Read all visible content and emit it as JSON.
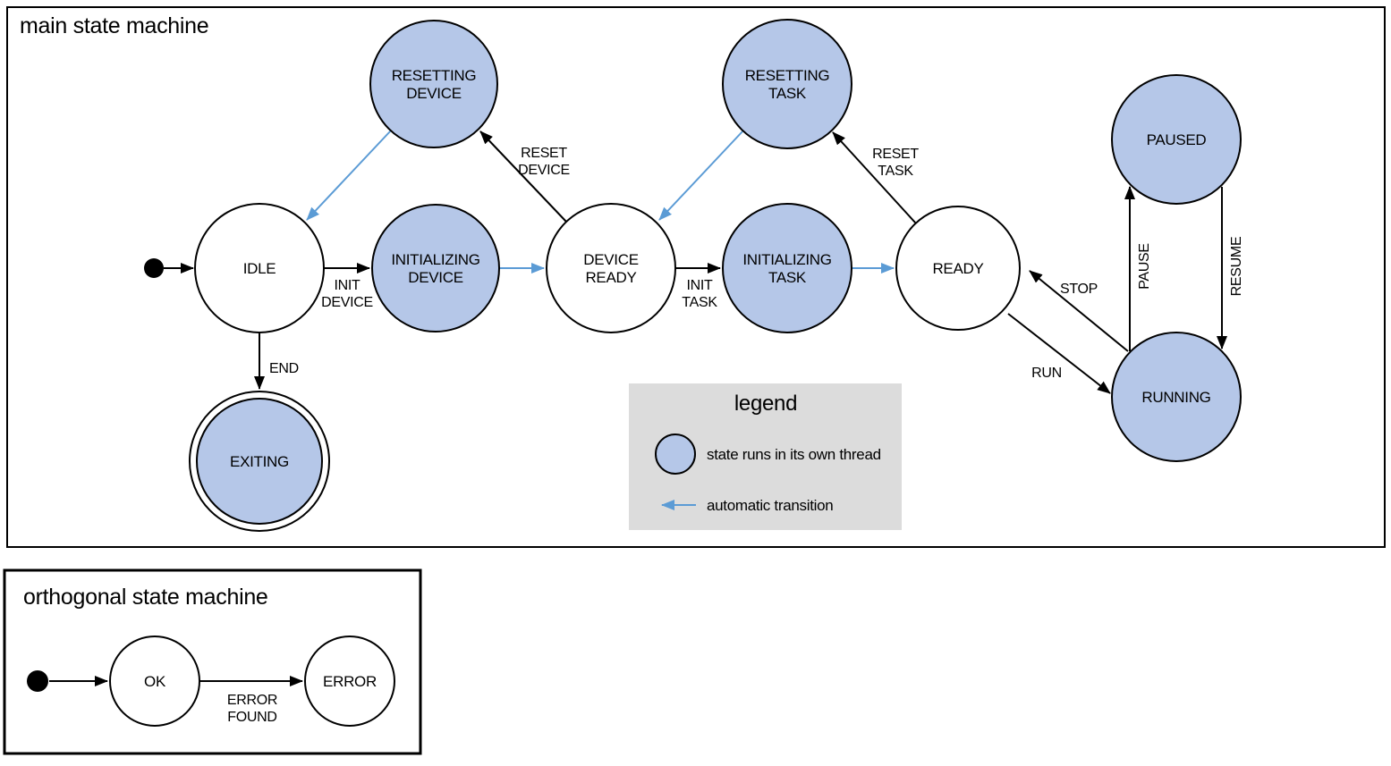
{
  "colors": {
    "canvasBg": "#ffffff",
    "stroke": "#000000",
    "threadFill": "#b5c7e8",
    "autoArrow": "#5b9bd5",
    "legendBg": "#dcdcdc"
  },
  "main": {
    "title": "main state machine",
    "states": {
      "idle": {
        "label": "IDLE"
      },
      "resetting_device": {
        "line1": "RESETTING",
        "line2": "DEVICE"
      },
      "initializing_device": {
        "line1": "INITIALIZING",
        "line2": "DEVICE"
      },
      "device_ready": {
        "line1": "DEVICE",
        "line2": "READY"
      },
      "resetting_task": {
        "line1": "RESETTING",
        "line2": "TASK"
      },
      "initializing_task": {
        "line1": "INITIALIZING",
        "line2": "TASK"
      },
      "ready": {
        "label": "READY"
      },
      "paused": {
        "label": "PAUSED"
      },
      "running": {
        "label": "RUNNING"
      },
      "exiting": {
        "label": "EXITING"
      }
    },
    "transitions": {
      "init_device": {
        "line1": "INIT",
        "line2": "DEVICE"
      },
      "reset_device": {
        "line1": "RESET",
        "line2": "DEVICE"
      },
      "init_task": {
        "line1": "INIT",
        "line2": "TASK"
      },
      "reset_task": {
        "line1": "RESET",
        "line2": "TASK"
      },
      "end": {
        "label": "END"
      },
      "stop": {
        "label": "STOP"
      },
      "run": {
        "label": "RUN"
      },
      "pause": {
        "label": "PAUSE"
      },
      "resume": {
        "label": "RESUME"
      }
    }
  },
  "legend": {
    "title": "legend",
    "thread_item": "state runs in its own thread",
    "auto_item": "automatic transition"
  },
  "orthogonal": {
    "title": "orthogonal state machine",
    "states": {
      "ok": {
        "label": "OK"
      },
      "error": {
        "label": "ERROR"
      }
    },
    "transitions": {
      "error_found": {
        "line1": "ERROR",
        "line2": "FOUND"
      }
    }
  }
}
